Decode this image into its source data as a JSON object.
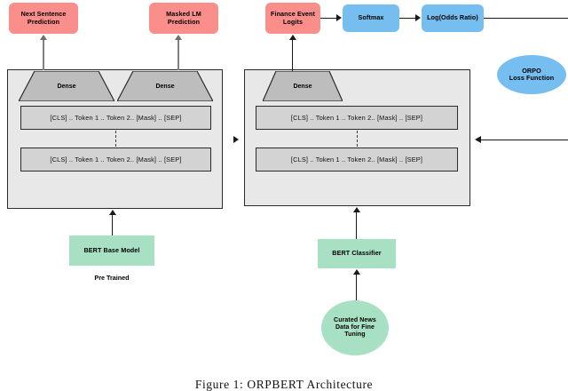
{
  "figure": {
    "caption": "Figure 1: ORPBERT Architecture"
  },
  "colors": {
    "red_node": "#f98e8a",
    "blue_node": "#76bdf0",
    "green_node": "#a8e0c4",
    "panel_fill": "#e8e8e8",
    "dense_fill": "#bdbdbd",
    "token_fill": "#d3d3d3",
    "stroke": "#2b2b2b"
  },
  "top_row": {
    "next_sentence_prediction": "Next Sentence\nPrediction",
    "masked_lm_prediction": "Masked LM\nPrediction",
    "finance_event_logits": "Finance Event\nLogits",
    "softmax": "Softmax",
    "log_odds_ratio": "Log(Odds Ratio)"
  },
  "loss": {
    "orpo_loss_function": "ORPO\nLoss Function"
  },
  "pretrain_panel": {
    "dense_left": "Dense",
    "dense_right": "Dense",
    "token_row_top": "[CLS] .. Token 1 .. Token 2.. [Mask] .. [SEP]",
    "token_row_bottom": "[CLS] .. Token 1 .. Token 2.. [Mask] .. [SEP]"
  },
  "finetune_panel": {
    "dense": "Dense",
    "token_row_top": "[CLS] .. Token 1 .. Token 2.. [Mask] .. [SEP]",
    "token_row_bottom": "[CLS] .. Token 1 .. Token 2.. [Mask] .. [SEP]"
  },
  "sources": {
    "bert_base_model": "BERT Base Model",
    "pre_trained_label": "Pre Trained",
    "bert_classifier": "BERT Classifier",
    "curated_news_data": "Curated News\nData for Fine\nTuning"
  }
}
